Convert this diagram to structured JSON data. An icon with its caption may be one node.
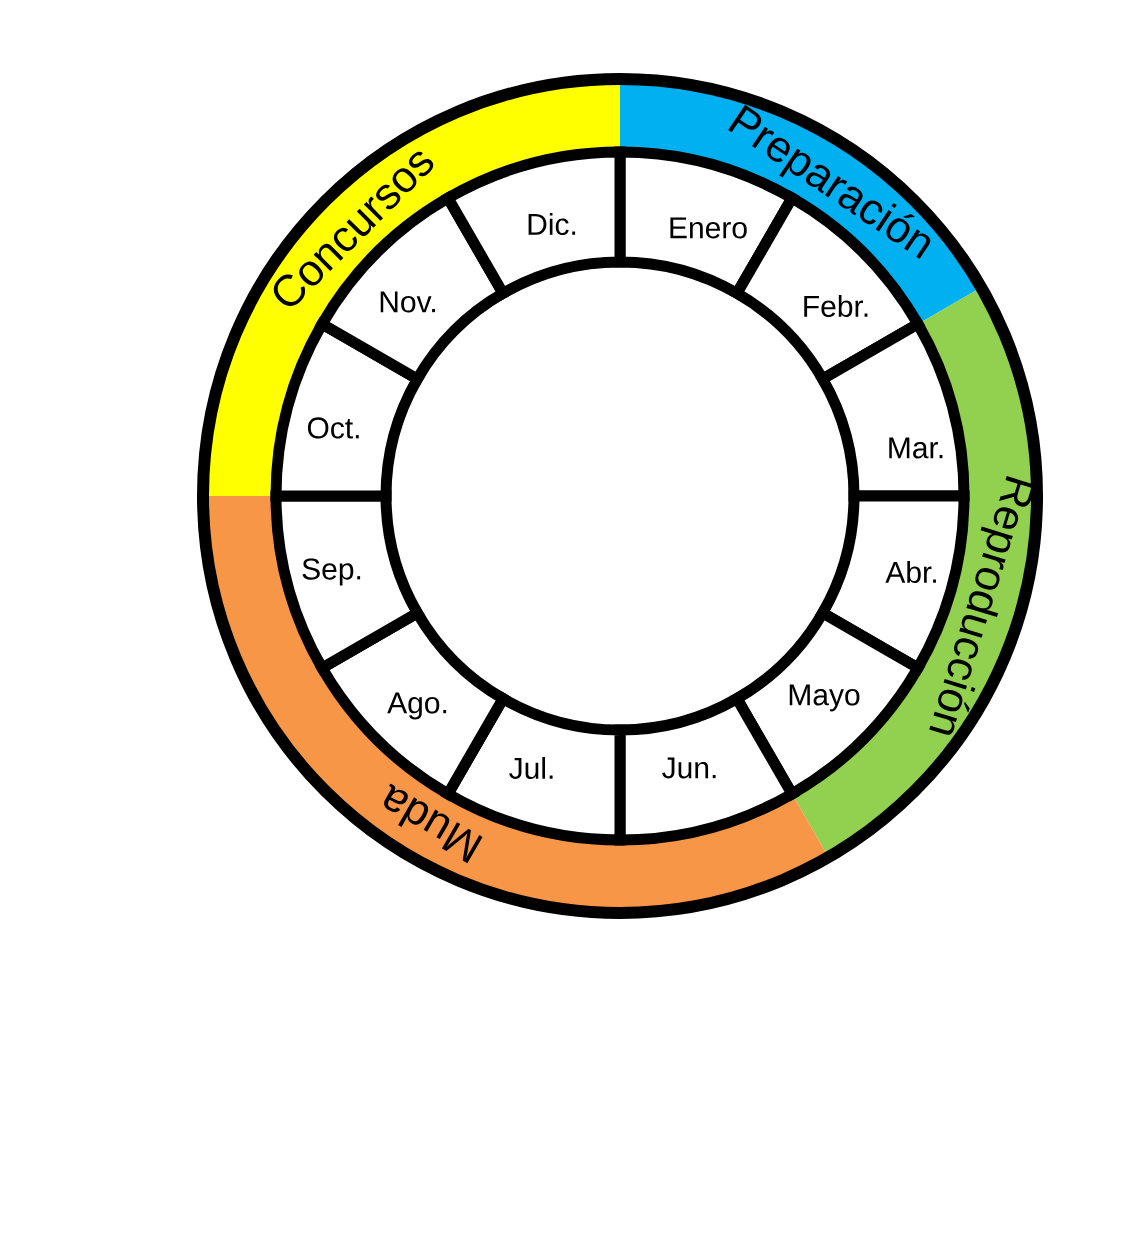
{
  "diagram": {
    "nodes": [
      {
        "text": [
          "Preparación"
        ]
      },
      {
        "text": [
          "Reproducción"
        ]
      },
      {
        "text": [
          "Muda"
        ]
      },
      {
        "text": [
          "Concursos"
        ]
      },
      {
        "text": [
          "Enero"
        ]
      },
      {
        "text": [
          "Febr."
        ]
      },
      {
        "text": [
          "Mar."
        ]
      },
      {
        "text": [
          "Abr."
        ]
      },
      {
        "text": [
          "Mayo"
        ]
      },
      {
        "text": [
          "Jun."
        ]
      },
      {
        "text": [
          "Jul."
        ]
      },
      {
        "text": [
          "Ago."
        ]
      },
      {
        "text": [
          "Sep."
        ]
      },
      {
        "text": [
          "Oct."
        ]
      },
      {
        "text": [
          "Nov."
        ]
      },
      {
        "text": [
          "Dic."
        ]
      }
    ]
  }
}
